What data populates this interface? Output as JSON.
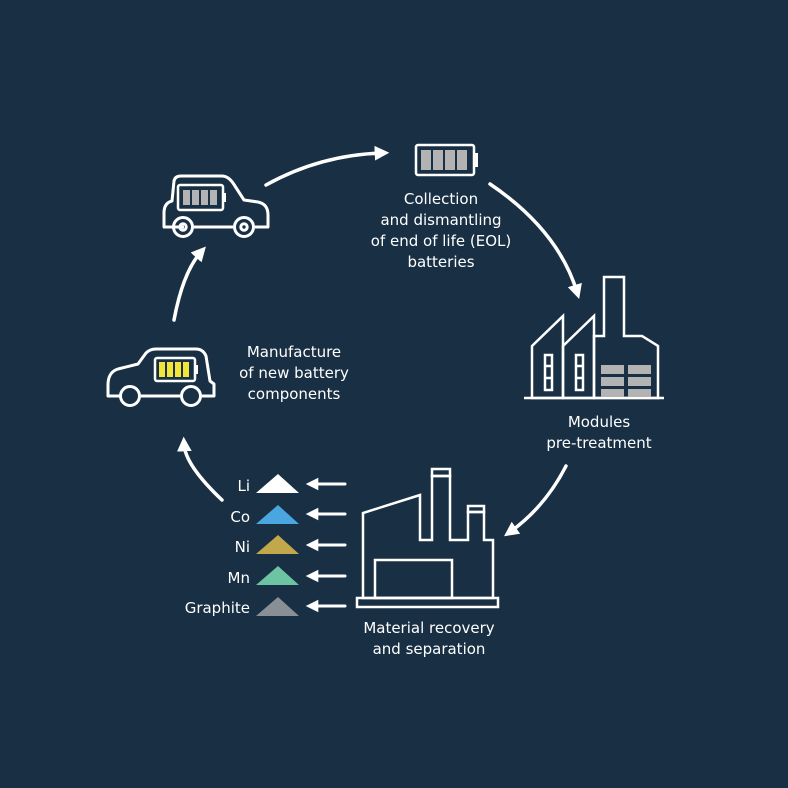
{
  "steps": {
    "collection": {
      "lines": [
        "Collection",
        "and dismantling",
        "of end of life (EOL)",
        "batteries"
      ]
    },
    "pretreatment": {
      "lines": [
        "Modules",
        "pre-treatment"
      ]
    },
    "recovery": {
      "lines": [
        "Material recovery",
        "and separation"
      ]
    },
    "manufacture": {
      "lines": [
        "Manufacture",
        "of new battery",
        "components"
      ]
    }
  },
  "materials": [
    {
      "label": "Li",
      "color": "#ffffff"
    },
    {
      "label": "Co",
      "color": "#4aa6e0"
    },
    {
      "label": "Ni",
      "color": "#c2a84a"
    },
    {
      "label": "Mn",
      "color": "#6cc4a2"
    },
    {
      "label": "Graphite",
      "color": "#8a8f96"
    }
  ],
  "colors": {
    "background": "#182f44",
    "line": "#ffffff",
    "battery_cells_used": "#b3b3b3",
    "battery_cells_new": "#f2e53a"
  },
  "icons": [
    "car-icon",
    "battery-icon",
    "factory-icon",
    "recovery-plant-icon",
    "car-new-battery-icon",
    "arrow-icon"
  ]
}
